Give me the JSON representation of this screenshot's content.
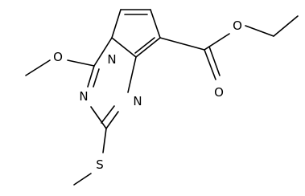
{
  "atoms": {
    "ring_nitrogen": "N",
    "triazine_n3": "N",
    "triazine_n1": "N",
    "methoxy_oxygen": "O",
    "ester_ether_oxygen": "O",
    "ester_carbonyl_oxygen": "O",
    "thioether_sulfur": "S"
  },
  "colors": {
    "bond": "#000000",
    "label": "#000000",
    "background": "#ffffff"
  }
}
